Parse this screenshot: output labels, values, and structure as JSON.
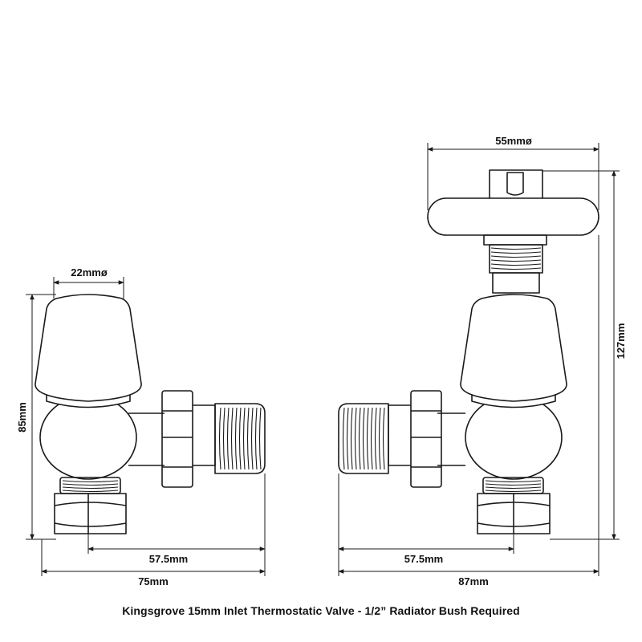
{
  "caption": "Kingsgrove 15mm Inlet Thermostatic Valve - 1/2” Radiator Bush Required",
  "left_valve": {
    "head_diameter": "22mmø",
    "height": "85mm",
    "inlet_offset": "57.5mm",
    "overall_width": "75mm"
  },
  "right_valve": {
    "head_diameter": "55mmø",
    "height": "127mm",
    "inlet_offset": "57.5mm",
    "overall_width": "87mm"
  },
  "colors": {
    "line": "#1a1a1a",
    "background": "#ffffff"
  }
}
